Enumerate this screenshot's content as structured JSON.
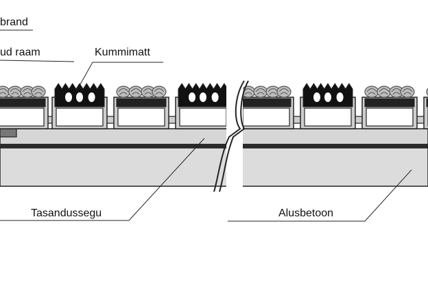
{
  "labels": {
    "brand": "brand",
    "frame": "ud raam",
    "rubber_mat": "Kummimatt",
    "leveling_screed": "Tasandussegu",
    "base_concrete": "Alusbetoon"
  },
  "profiles": [
    {
      "type": "brush"
    },
    {
      "type": "rubber"
    },
    {
      "type": "brush"
    },
    {
      "type": "rubber"
    },
    {
      "type": "brush"
    },
    {
      "type": "rubber"
    },
    {
      "type": "brush"
    },
    {
      "type": "brush"
    }
  ],
  "colors": {
    "line": "#222222",
    "screed": "#d6d6d6",
    "concrete": "#dcdcdc",
    "band": "#2b2b2b",
    "rubber": "#111111",
    "brush": "#bdbdbd",
    "tray": "#cfcfcf",
    "slab": "#ffffff"
  }
}
